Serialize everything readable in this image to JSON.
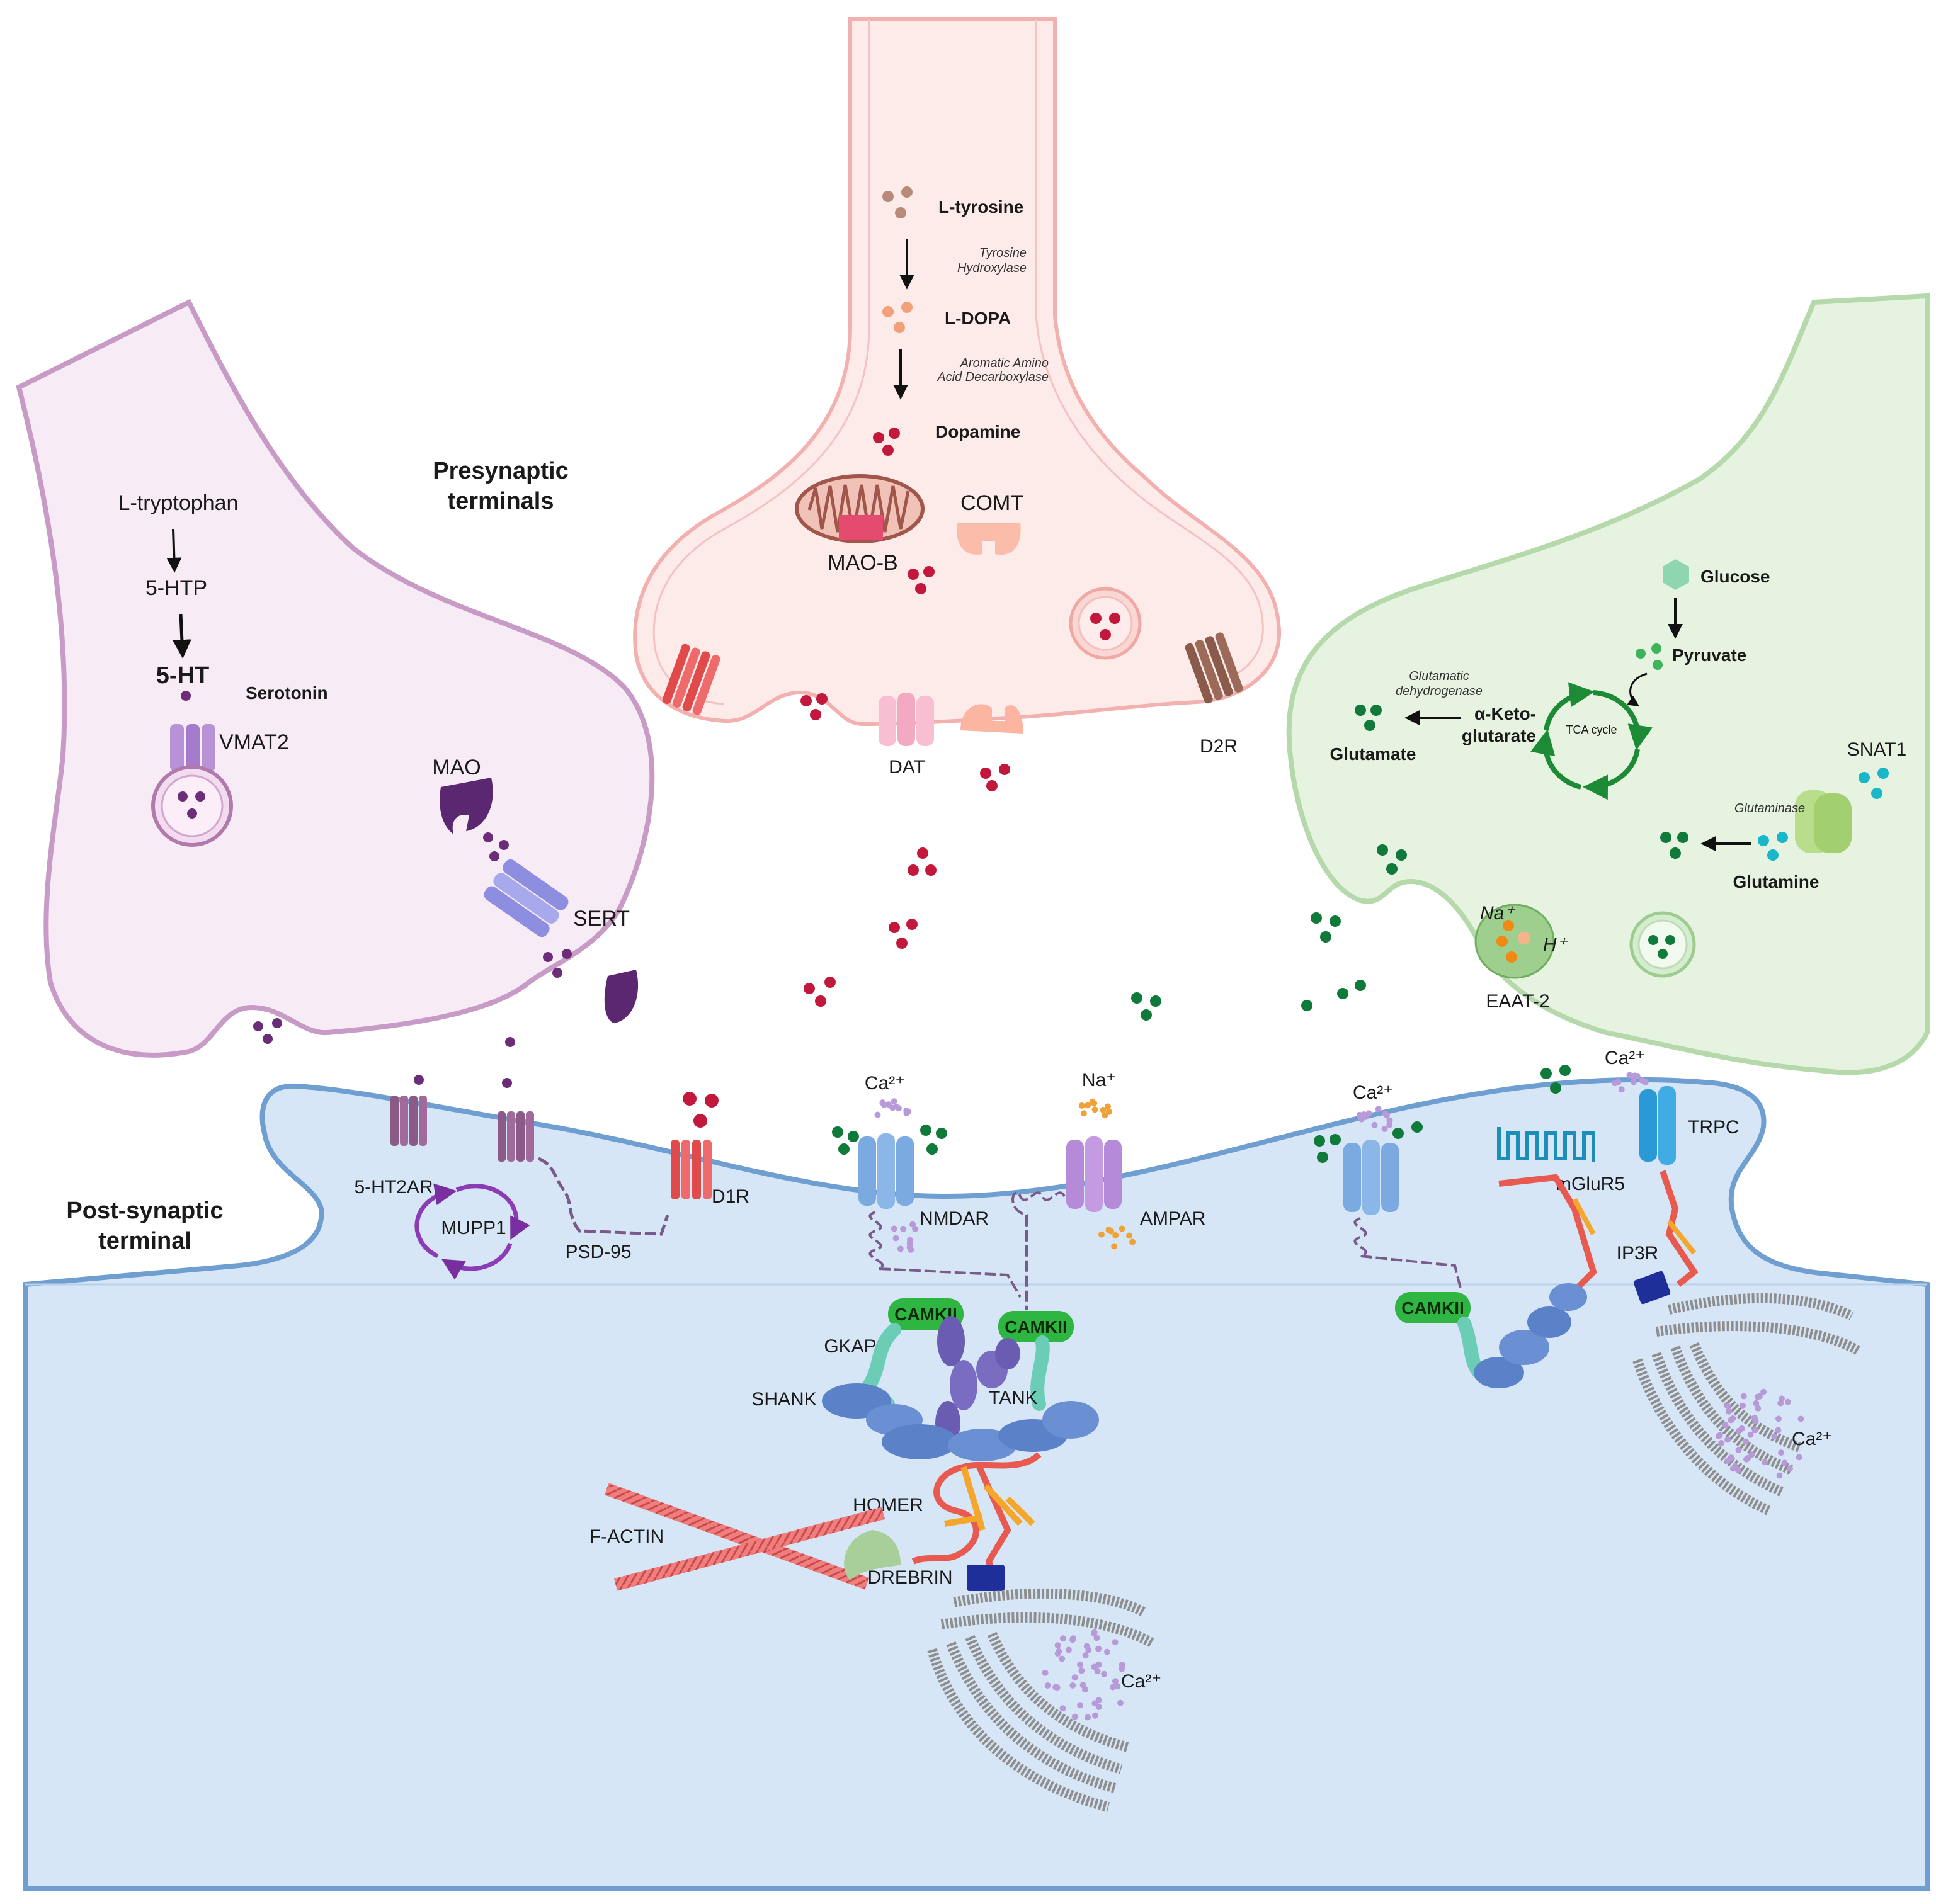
{
  "colors": {
    "serotonin_cell": "#f7ebf5",
    "serotonin_border": "#c79bc5",
    "dopamine_cell": "#fdebea",
    "dopamine_border": "#f2b0ae",
    "glutamate_cell": "#e6f3e1",
    "glutamate_border": "#b5d9aa",
    "postsynaptic": "#d6e6f7",
    "postsynaptic_border": "#6f9fd1",
    "serotonin_dot": "#6b2d78",
    "dopamine_dot": "#c2183b",
    "glutamate_dot": "#0f7a3a",
    "glutamine_dot": "#19b7c9"
  },
  "headings": {
    "presynaptic": [
      "Presynaptic",
      "terminals"
    ],
    "postsynaptic": [
      "Post-synaptic",
      "terminal"
    ]
  },
  "serotonin": {
    "tryptophan": "L-tryptophan",
    "htp": "5-HTP",
    "ht": "5-HT",
    "serotonin": "Serotonin",
    "vmat2": "VMAT2",
    "mao": "MAO",
    "sert": "SERT"
  },
  "dopamine": {
    "tyrosine": "L-tyrosine",
    "enzyme1": [
      "Tyrosine",
      "Hydroxylase"
    ],
    "ldopa": "L-DOPA",
    "enzyme2": [
      "Aromatic Amino",
      "Acid Decarboxylase"
    ],
    "dopamine": "Dopamine",
    "comt": "COMT",
    "maob": "MAO-B",
    "dat": "DAT",
    "d2r": "D2R"
  },
  "glutamate": {
    "glucose": "Glucose",
    "pyruvate": "Pyruvate",
    "tca": "TCA cycle",
    "gdh": [
      "Glutamatic",
      "dehydrogenase"
    ],
    "akg": [
      "α-Keto-",
      "glutarate"
    ],
    "glutamate": "Glutamate",
    "snat1": "SNAT1",
    "glutaminase": "Glutaminase",
    "glutamine": "Glutamine",
    "na": "Na⁺",
    "h": "H⁺",
    "eaat2": "EAAT-2"
  },
  "post": {
    "ht2ar": "5-HT2AR",
    "mupp1": "MUPP1",
    "psd95": "PSD-95",
    "d1r": "D1R",
    "ca1": "Ca²⁺",
    "nmdar": "NMDAR",
    "na": "Na⁺",
    "ampar": "AMPAR",
    "ca2": "Ca²⁺",
    "ca3": "Ca²⁺",
    "mglur5": "mGluR5",
    "trpc": "TRPC",
    "ip3r": "IP3R",
    "camkii": "CAMKII",
    "gkap": "GKAP",
    "shank": "SHANK",
    "tank": "TANK",
    "homer": "HOMER",
    "factin": "F-ACTIN",
    "drebrin": "DREBRIN",
    "ca_er1": "Ca²⁺",
    "ca_er2": "Ca²⁺"
  }
}
